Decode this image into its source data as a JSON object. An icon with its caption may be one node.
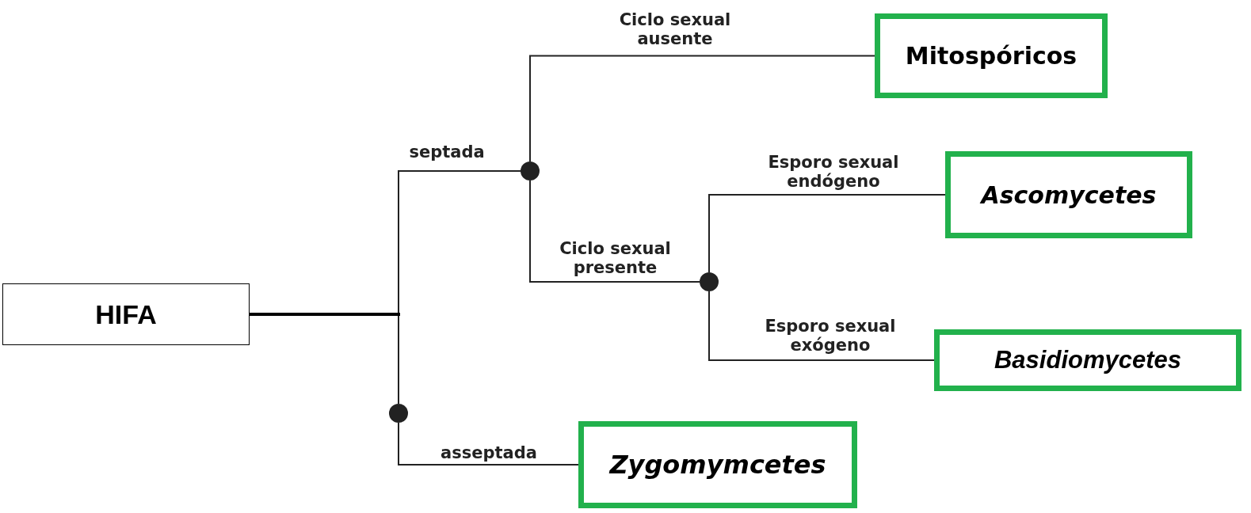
{
  "diagram": {
    "nodes": [
      {
        "text": [
          "HIFA"
        ]
      },
      {
        "text": [],
        "shape": "circle"
      },
      {
        "text": [
          "Mitospóricos"
        ]
      },
      {
        "text": [],
        "shape": "circle"
      },
      {
        "text": [
          "Ascomycetes"
        ]
      },
      {
        "text": [
          "Basidiomycetes"
        ]
      },
      {
        "text": [],
        "shape": "circle"
      },
      {
        "text": [
          "Zygomymcetes"
        ]
      }
    ],
    "edges": [
      {
        "from": 0,
        "to": 1,
        "arrow": "none",
        "label": "septada"
      },
      {
        "from": 0,
        "to": 6,
        "arrow": "none"
      },
      {
        "from": 1,
        "to": 2,
        "arrow": "none",
        "label": "Ciclo sexual ausente"
      },
      {
        "from": 1,
        "to": 3,
        "arrow": "none",
        "label": "Ciclo sexual presente"
      },
      {
        "from": 3,
        "to": 4,
        "arrow": "none",
        "label": "Esporo sexual endógeno"
      },
      {
        "from": 3,
        "to": 5,
        "arrow": "none",
        "label": "Esporo sexual exógeno"
      },
      {
        "from": 6,
        "to": 7,
        "arrow": "none",
        "label": "asseptada"
      }
    ]
  }
}
